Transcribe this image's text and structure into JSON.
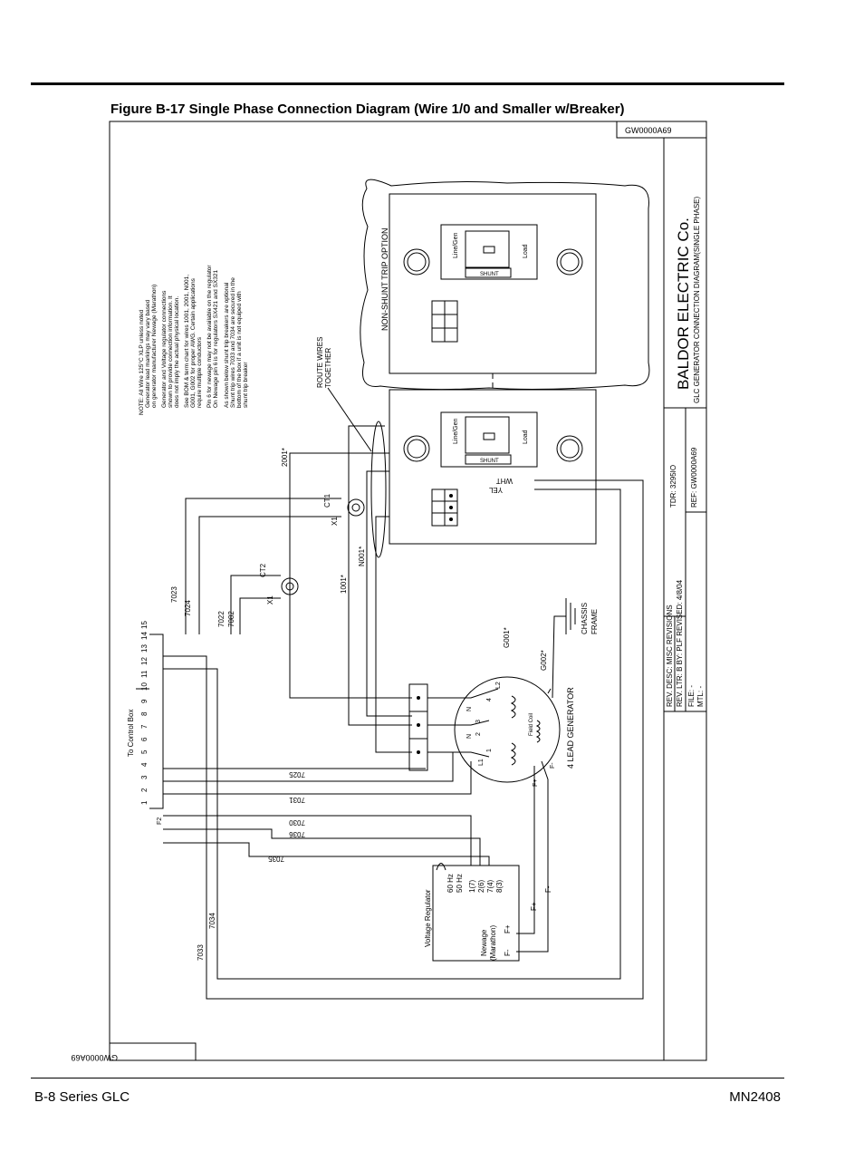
{
  "page": {
    "figure_title": "Figure B-17 Single Phase  Connection Diagram (Wire 1/0 and Smaller  w/Breaker)",
    "footer_left": "B-8 Series GLC",
    "footer_right": "MN2408"
  },
  "drawing": {
    "code_top": "GW0000A69",
    "code_bottom": "GW0000A69",
    "company": "BALDOR  ELECTRIC  Co.",
    "drawing_title": "GLC GENERATOR CONNECTION DIAGRAM(SINGLE PHASE)",
    "tb_rev_desc": "REV. DESC: MISC REVISIONS",
    "tb_rev_ltr": "REV. LTR: B   BY: PLF   REVISED: 4/8/04",
    "tb_tdr": "TDR: 3295IO",
    "tb_ref": "REF: GW0000A69",
    "tb_file": "FILE: -",
    "tb_mtl": "MTL: -",
    "notes": [
      "NOTE:   All Wire 125°C XLP unless noted",
      "Generator lead markings may vary based",
      "on generator manufacturer Newage (Marathon)",
      "Generator and Voltage regulator connections",
      "shown to provide connection information. It",
      "does not imply the actual physical location.",
      "See BOM & term chart for wires 1001, 2001, N001,",
      "G001, G002 for proper AWG. Certain applications",
      "require multiple conductors",
      "Pin 6 for newage may not be available on the regulator",
      "On Newage pin 6 is for regulators SX421 and SX321",
      "As shown below shunt trip breakers are optional",
      "Shunt trip wires 7033 and 7034 are secured in the",
      "bottom of the box if a unit is not equiped with",
      "shunt trip breaker"
    ],
    "non_shunt_label": "NON-SHUNT TRIP OPTION",
    "route_label_1": "ROUTE  WIRES",
    "route_label_2": "TOGETHER",
    "breaker_line_gen": "Line/Gen",
    "breaker_load": "Load",
    "breaker_shunt": "SHUNT",
    "yel": "YEL",
    "wht": "WHT",
    "ct1": "CT1",
    "ct2": "CT2",
    "x1": "X1",
    "wires": {
      "w2001": "2001*",
      "w1001": "1001*",
      "wN001": "N001*",
      "wG001": "G001*",
      "wG002": "G002*",
      "w7023": "7023",
      "w7024": "7024",
      "w7022": "7022",
      "w7082": "7082",
      "w7025": "7025",
      "w7031": "7031",
      "w7030": "7030",
      "w7036": "7036",
      "w7035": "7035",
      "w7034": "7034",
      "w7033": "7033"
    },
    "chassis_1": "CHASSIS",
    "chassis_2": "FRAME",
    "generator_label": "4  LEAD  GENERATOR",
    "field_coil": "Field Coil",
    "gen_terms": {
      "L1": "L1",
      "L2": "L2",
      "N1": "N",
      "N2": "N",
      "t1": "1",
      "t2": "2",
      "t3": "3",
      "t4": "4",
      "Fm": "F-",
      "Fp": "F+"
    },
    "regulator": {
      "name": "Voltage Regulator",
      "hz60": "60  Hz",
      "hz50": "50  Hz",
      "p1": "1(7)",
      "p2": "2(6)",
      "p3": "7(4)",
      "p4": "8(3)",
      "newage": "Newage",
      "marathon": "(Marathon)",
      "fm": "F-",
      "fp": "F+",
      "wire_fp": "F+",
      "wire_fm": "F-"
    },
    "control_box": "To  Control  Box",
    "control_block": "F2",
    "control_terms": [
      "1",
      "2",
      "3",
      "4",
      "5",
      "6",
      "7",
      "8",
      "9",
      "10",
      "11",
      "12",
      "13",
      "14",
      "15"
    ]
  },
  "chart_data": null
}
